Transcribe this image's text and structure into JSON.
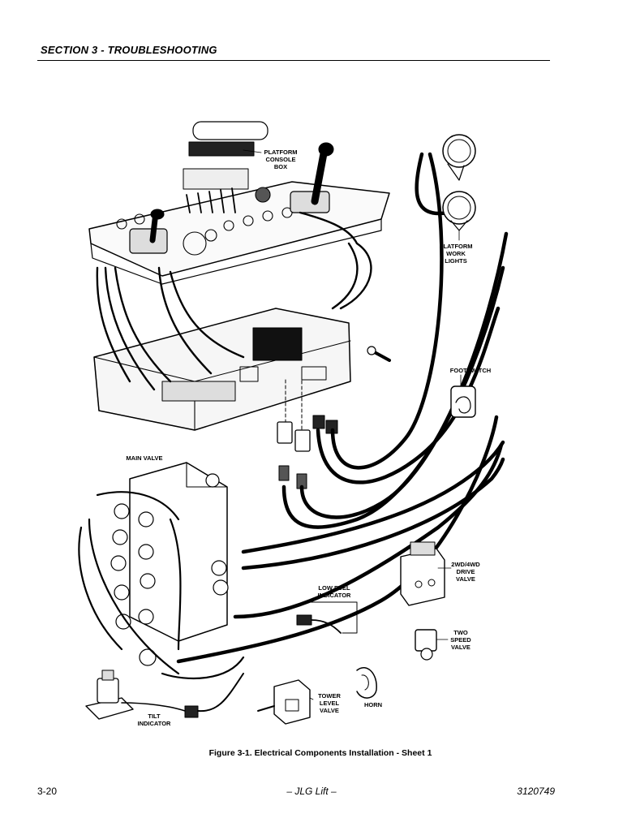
{
  "header": {
    "section": "SECTION 3 - TROUBLESHOOTING"
  },
  "figure": {
    "labels": {
      "console_1": "PLATFORM",
      "console_2": "CONSOLE",
      "console_3": "BOX",
      "lights_1": "PLATFORM",
      "lights_2": "WORK",
      "lights_3": "LIGHTS",
      "footswitch": "FOOTSWITCH",
      "main_valve": "MAIN VALVE",
      "drive_1": "2WD/4WD",
      "drive_2": "DRIVE",
      "drive_3": "VALVE",
      "fuel_1": "LOW FUEL",
      "fuel_2": "INDICATOR",
      "speed_1": "TWO",
      "speed_2": "SPEED",
      "speed_3": "VALVE",
      "tower_1": "TOWER",
      "tower_2": "LEVEL",
      "tower_3": "VALVE",
      "horn": "HORN",
      "tilt_1": "TILT",
      "tilt_2": "INDICATOR"
    },
    "caption": "Figure 3-1.  Electrical Components Installation - Sheet 1"
  },
  "footer": {
    "page_number": "3-20",
    "center": "– JLG Lift –",
    "doc_number": "3120749"
  }
}
